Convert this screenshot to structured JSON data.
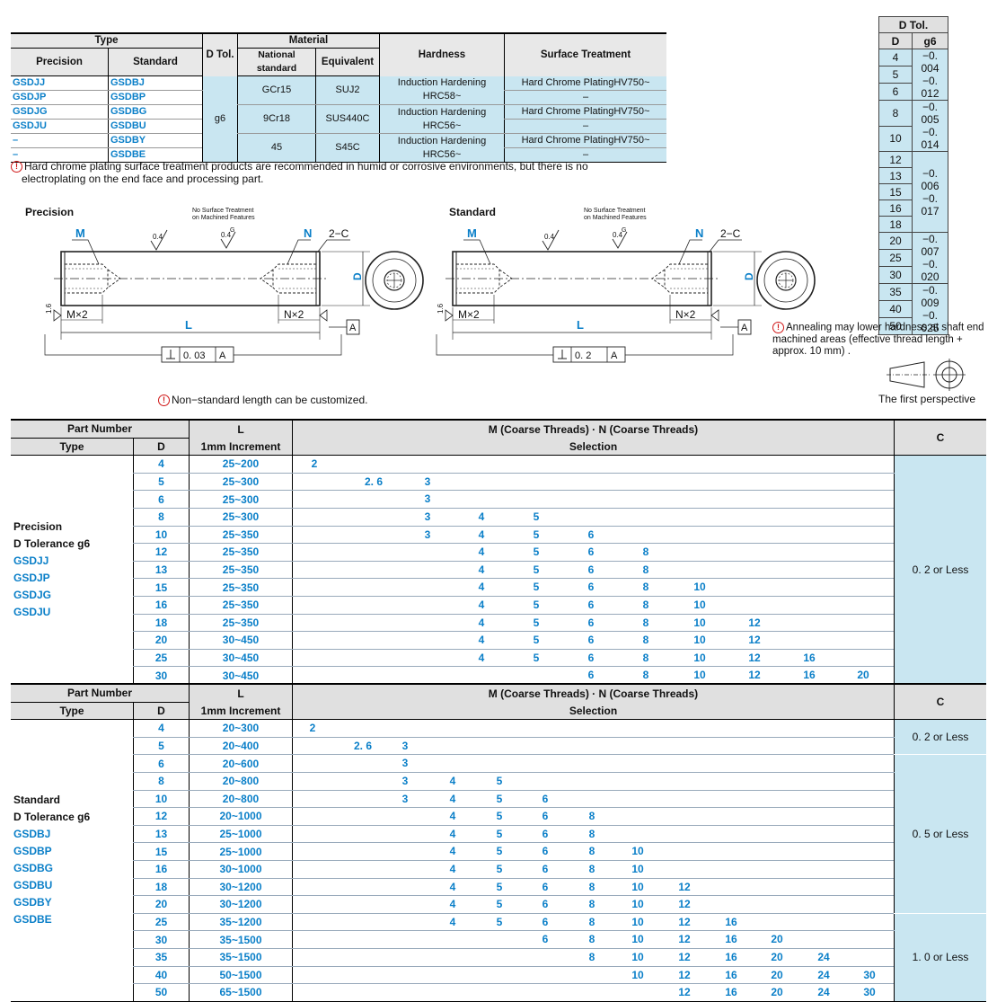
{
  "spec_table": {
    "type_header": "Type",
    "precision_header": "Precision",
    "standard_header": "Standard",
    "dtol_header": "D Tol.",
    "material_header": "Material",
    "national_header": "National standard",
    "equivalent_header": "Equivalent",
    "hardness_header": "Hardness",
    "surface_header": "Surface Treatment",
    "dtol_value": "g6",
    "rows": [
      {
        "precision": "GSDJJ",
        "standard": "GSDBJ",
        "national": "GCr15",
        "equivalent": "SUJ2",
        "hardness1": "Induction Hardening",
        "hardness2": "HRC58~",
        "surface": "Hard Chrome PlatingHV750~"
      },
      {
        "precision": "GSDJP",
        "standard": "GSDBP",
        "surface": "–"
      },
      {
        "precision": "GSDJG",
        "standard": "GSDBG",
        "national": "9Cr18",
        "equivalent": "SUS440C",
        "hardness1": "Induction Hardening",
        "hardness2": "HRC56~",
        "surface": "Hard Chrome PlatingHV750~"
      },
      {
        "precision": "GSDJU",
        "standard": "GSDBU",
        "surface": "–"
      },
      {
        "precision": "–",
        "standard": "GSDBY",
        "national": "45",
        "equivalent": "S45C",
        "hardness1": "Induction Hardening",
        "hardness2": "HRC56~",
        "surface": "Hard Chrome PlatingHV750~"
      },
      {
        "precision": "–",
        "standard": "GSDBE",
        "surface": "–"
      }
    ]
  },
  "note_plating_1": "Hard chrome plating surface treatment products are recommended in humid or corrosive environments, but there is no",
  "note_plating_2": "electroplating on the end face and processing part.",
  "drawing": {
    "precision_title": "Precision",
    "standard_title": "Standard",
    "no_surface_1": "No Surface Treatment",
    "no_surface_2": "on Machined  Features",
    "m": "M",
    "n": "N",
    "chamfer": "2−C",
    "d": "D",
    "l": "L",
    "mx2": "M×2",
    "nx2": "N×2",
    "rough": "0.4",
    "g": "G",
    "perp_precision": "0. 03",
    "perp_standard": "0. 2",
    "datum": "A",
    "ra16": "1.6"
  },
  "note_length": "Non−standard length can be customized.",
  "dtol_table": {
    "title": "D Tol.",
    "col_d": "D",
    "col_g6": "g6",
    "groups": [
      {
        "ds": [
          "4",
          "5",
          "6"
        ],
        "tol1": "−0. 004",
        "tol2": "−0. 012"
      },
      {
        "ds": [
          "8",
          "10"
        ],
        "tol1": "−0. 005",
        "tol2": "−0. 014"
      },
      {
        "ds": [
          "12",
          "13",
          "15",
          "16",
          "18"
        ],
        "tol1": "−0. 006",
        "tol2": "−0. 017"
      },
      {
        "ds": [
          "20",
          "25",
          "30"
        ],
        "tol1": "−0. 007",
        "tol2": "−0. 020"
      },
      {
        "ds": [
          "35",
          "40",
          "50"
        ],
        "tol1": "−0. 009",
        "tol2": "−0. 025"
      }
    ]
  },
  "note_annealing_1": "Annealing may lower hardness at shaft end",
  "note_annealing_2": "machined areas (effective thread length +",
  "note_annealing_3": "approx. 10 mm) .",
  "first_perspective": "The first perspective",
  "headers": {
    "part_number": "Part Number",
    "type": "Type",
    "d": "D",
    "l": "L",
    "l_inc": "1mm Increment",
    "mn": "M (Coarse Threads) · N (Coarse Threads)",
    "selection": "Selection",
    "c": "C"
  },
  "precision_table": {
    "type_lines": [
      "Precision",
      "D Tolerance g6"
    ],
    "codes": [
      "GSDJJ",
      "GSDJP",
      "GSDJG",
      "GSDJU"
    ],
    "c_value": "0. 2  or Less",
    "rows": [
      {
        "d": "4",
        "l": "25~200",
        "sel": [
          "2"
        ]
      },
      {
        "d": "5",
        "l": "25~300",
        "sel": [
          "2. 6",
          "3"
        ]
      },
      {
        "d": "6",
        "l": "25~300",
        "sel": [
          "3"
        ]
      },
      {
        "d": "8",
        "l": "25~300",
        "sel": [
          "3",
          "4",
          "5"
        ]
      },
      {
        "d": "10",
        "l": "25~350",
        "sel": [
          "3",
          "4",
          "5",
          "6"
        ]
      },
      {
        "d": "12",
        "l": "25~350",
        "sel": [
          "4",
          "5",
          "6",
          "8"
        ]
      },
      {
        "d": "13",
        "l": "25~350",
        "sel": [
          "4",
          "5",
          "6",
          "8"
        ]
      },
      {
        "d": "15",
        "l": "25~350",
        "sel": [
          "4",
          "5",
          "6",
          "8",
          "10"
        ]
      },
      {
        "d": "16",
        "l": "25~350",
        "sel": [
          "4",
          "5",
          "6",
          "8",
          "10"
        ]
      },
      {
        "d": "18",
        "l": "25~350",
        "sel": [
          "4",
          "5",
          "6",
          "8",
          "10",
          "12"
        ]
      },
      {
        "d": "20",
        "l": "30~450",
        "sel": [
          "4",
          "5",
          "6",
          "8",
          "10",
          "12"
        ]
      },
      {
        "d": "25",
        "l": "30~450",
        "sel": [
          "4",
          "5",
          "6",
          "8",
          "10",
          "12",
          "16"
        ]
      },
      {
        "d": "30",
        "l": "30~450",
        "sel": [
          "6",
          "8",
          "10",
          "12",
          "16",
          "20"
        ]
      }
    ]
  },
  "standard_table": {
    "type_lines": [
      "Standard",
      "D Tolerance g6"
    ],
    "codes": [
      "GSDBJ",
      "GSDBP",
      "GSDBG",
      "GSDBU",
      "GSDBY",
      "GSDBE"
    ],
    "c_values": [
      "0. 2  or Less",
      "0. 5  or Less",
      "1. 0  or Less"
    ],
    "rows": [
      {
        "d": "4",
        "l": "20~300",
        "sel": [
          "2"
        ]
      },
      {
        "d": "5",
        "l": "20~400",
        "sel": [
          "2. 6",
          "3"
        ]
      },
      {
        "d": "6",
        "l": "20~600",
        "sel": [
          "3"
        ]
      },
      {
        "d": "8",
        "l": "20~800",
        "sel": [
          "3",
          "4",
          "5"
        ]
      },
      {
        "d": "10",
        "l": "20~800",
        "sel": [
          "3",
          "4",
          "5",
          "6"
        ]
      },
      {
        "d": "12",
        "l": "20~1000",
        "sel": [
          "4",
          "5",
          "6",
          "8"
        ]
      },
      {
        "d": "13",
        "l": "25~1000",
        "sel": [
          "4",
          "5",
          "6",
          "8"
        ]
      },
      {
        "d": "15",
        "l": "25~1000",
        "sel": [
          "4",
          "5",
          "6",
          "8",
          "10"
        ]
      },
      {
        "d": "16",
        "l": "30~1000",
        "sel": [
          "4",
          "5",
          "6",
          "8",
          "10"
        ]
      },
      {
        "d": "18",
        "l": "30~1200",
        "sel": [
          "4",
          "5",
          "6",
          "8",
          "10",
          "12"
        ]
      },
      {
        "d": "20",
        "l": "30~1200",
        "sel": [
          "4",
          "5",
          "6",
          "8",
          "10",
          "12"
        ]
      },
      {
        "d": "25",
        "l": "35~1200",
        "sel": [
          "4",
          "5",
          "6",
          "8",
          "10",
          "12",
          "16"
        ]
      },
      {
        "d": "30",
        "l": "35~1500",
        "sel": [
          "6",
          "8",
          "10",
          "12",
          "16",
          "20"
        ]
      },
      {
        "d": "35",
        "l": "35~1500",
        "sel": [
          "8",
          "10",
          "12",
          "16",
          "20",
          "24"
        ]
      },
      {
        "d": "40",
        "l": "50~1500",
        "sel": [
          "10",
          "12",
          "16",
          "20",
          "24",
          "30"
        ]
      },
      {
        "d": "50",
        "l": "65~1500",
        "sel": [
          "12",
          "16",
          "20",
          "24",
          "30"
        ]
      }
    ]
  },
  "colors": {
    "accent": "#0a7fc8",
    "tint": "#c9e6f1",
    "header": "#e0e0e0",
    "warn": "#d01818"
  }
}
